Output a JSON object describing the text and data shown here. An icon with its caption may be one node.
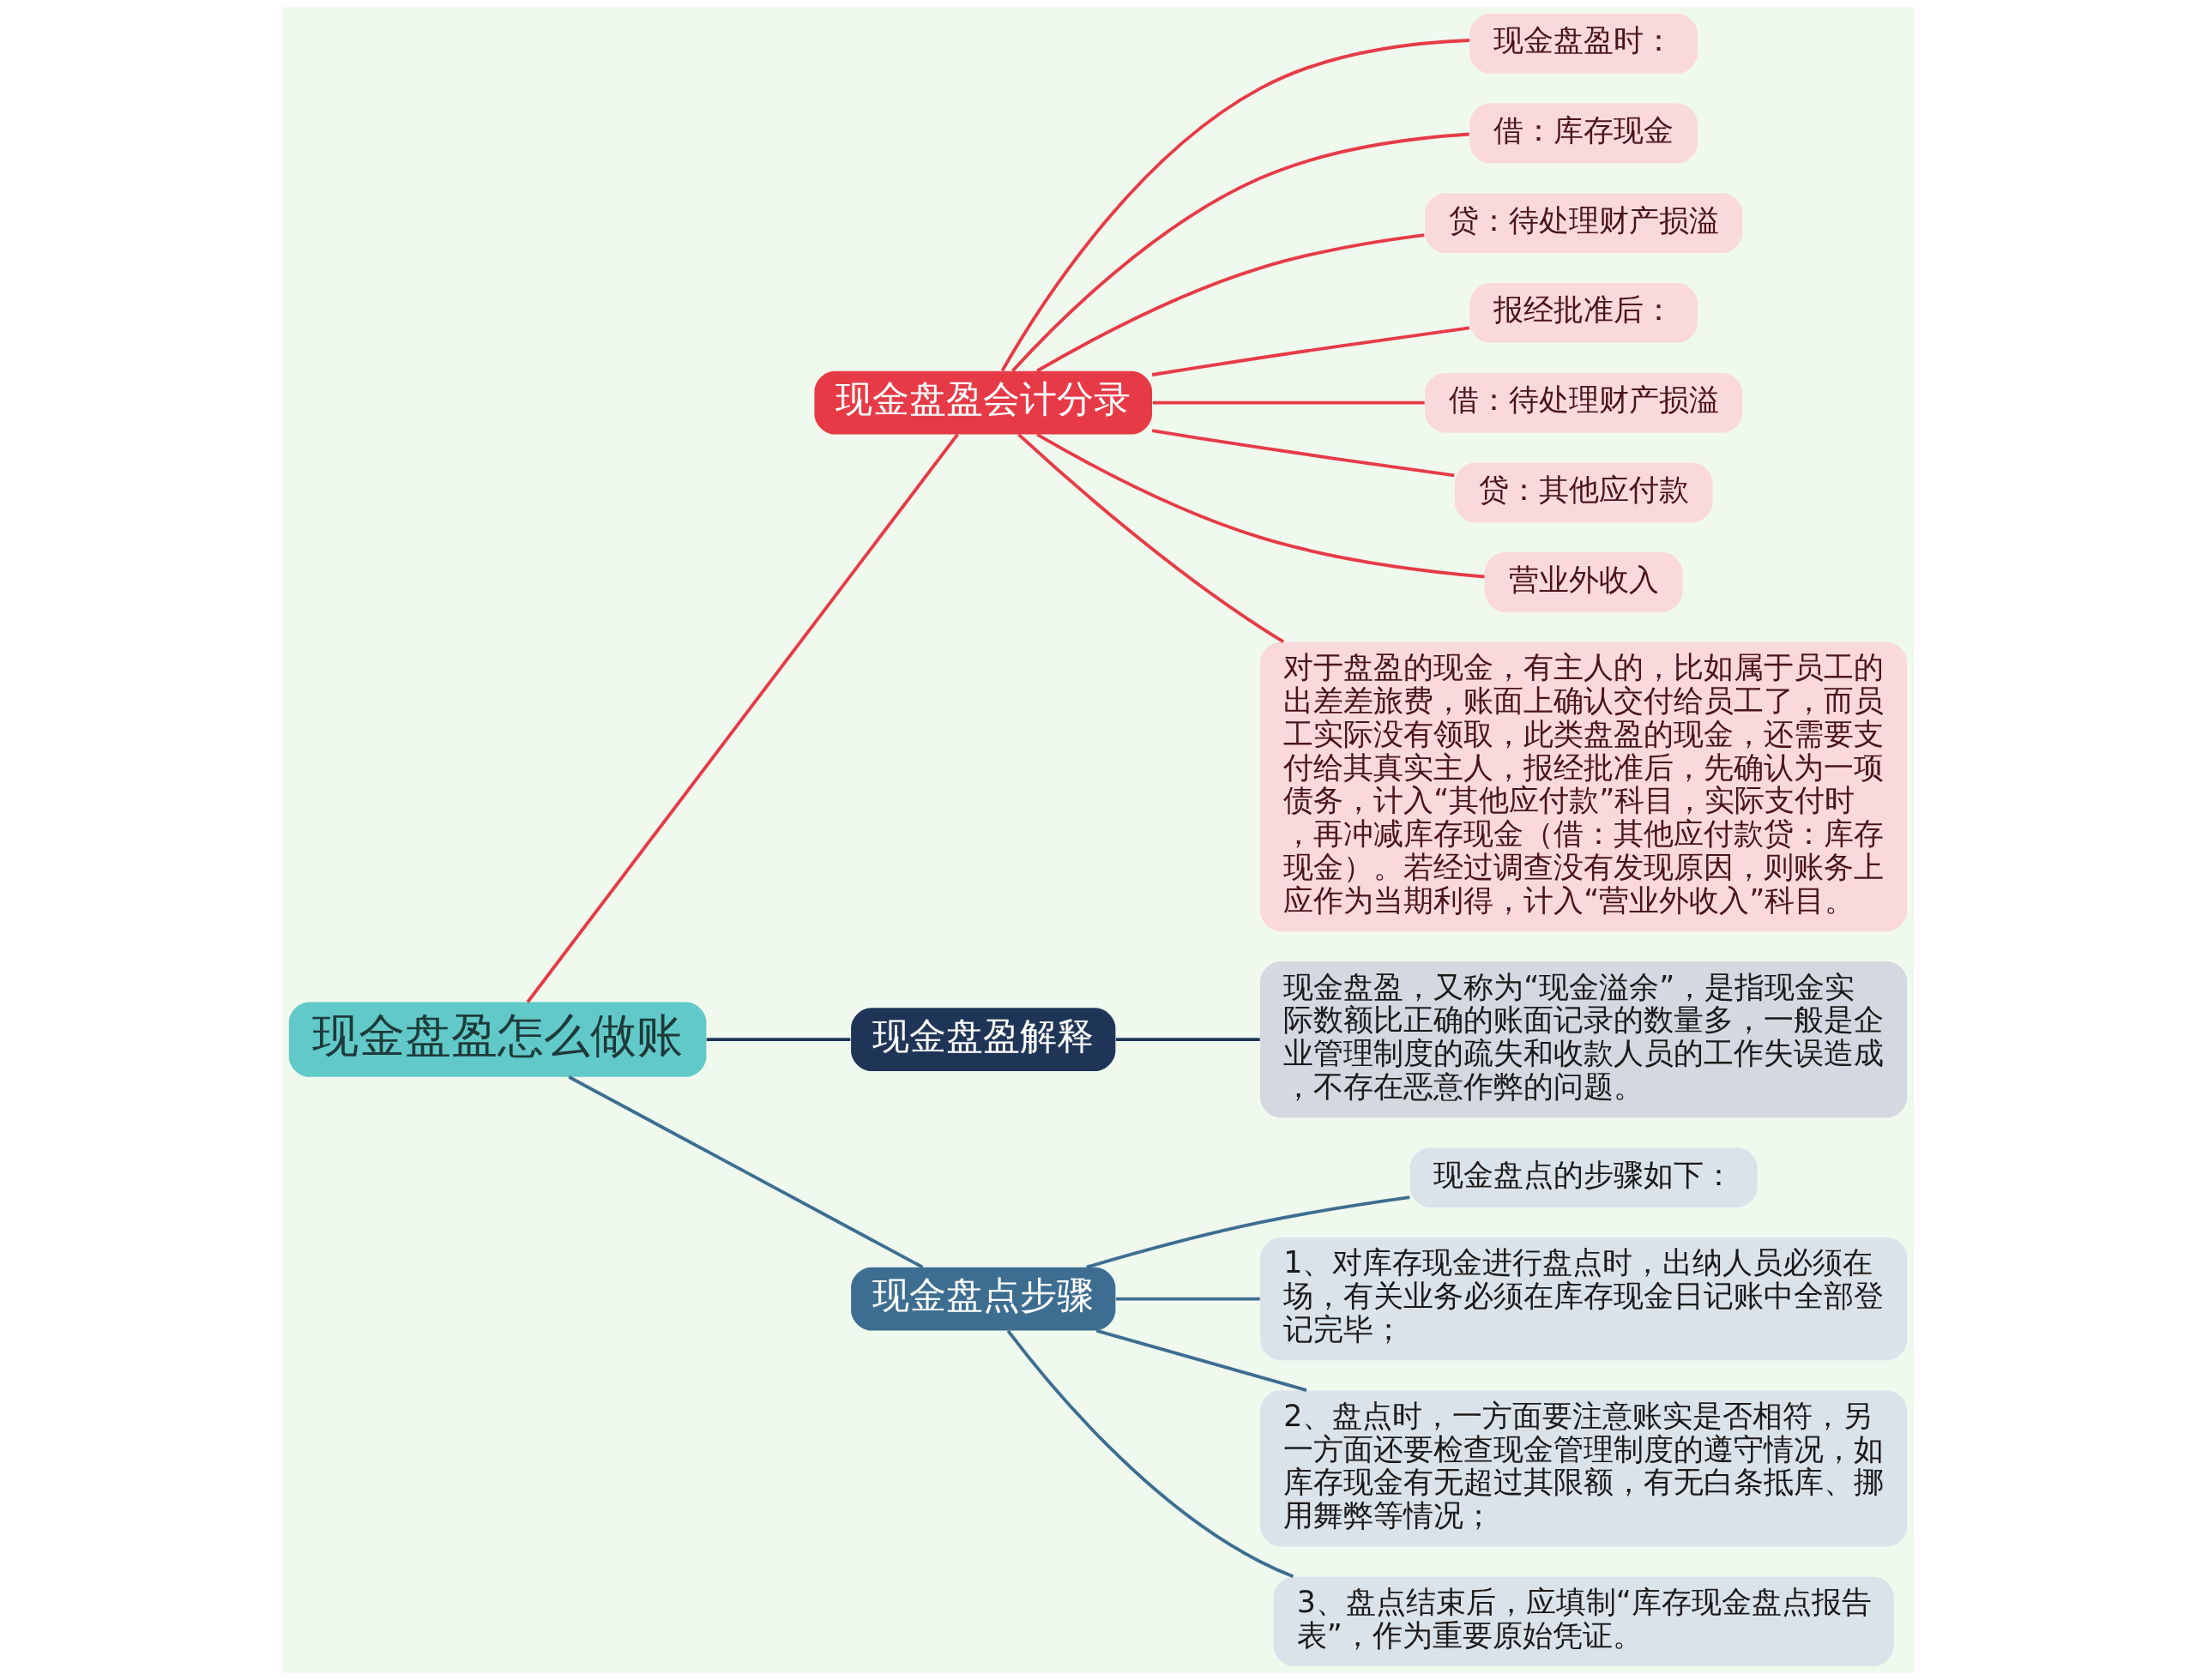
{
  "diagram": {
    "nodes": [
      {
        "text": [
          "现金盘盈怎么做账"
        ]
      },
      {
        "text": [
          "现金盘盈会计分录"
        ]
      },
      {
        "text": [
          "现金盘盈时："
        ]
      },
      {
        "text": [
          "借：库存现金"
        ]
      },
      {
        "text": [
          "贷：待处理财产损溢"
        ]
      },
      {
        "text": [
          "报经批准后："
        ]
      },
      {
        "text": [
          "借：待处理财产损溢"
        ]
      },
      {
        "text": [
          "贷：其他应付款"
        ]
      },
      {
        "text": [
          "营业外收入"
        ]
      },
      {
        "text": [
          "对于盘盈的现金，有主人的，比如属于员工的出差差旅费，账面上确认交付给员工了，而员工实际没有领取，此类盘盈的现金，还需要支付给其真实主人，报经批准后，先确认为一项债务，计入“其他应付款”科目，实际支付时，再冲减库存现金（借：其他应付款贷：库存现金）。若经过调查没有发现原因，则账务上应作为当期利得，计入“营业外收入”科目。"
        ]
      },
      {
        "text": [
          "现金盘盈解释"
        ]
      },
      {
        "text": [
          "现金盘盈，又称为“现金溢余”，是指现金实际数额比正确的账面记录的数量多，一般是企业管理制度的疏失和收款人员的工作失误造成，不存在恶意作弊的问题。"
        ]
      },
      {
        "text": [
          "现金盘点步骤"
        ]
      },
      {
        "text": [
          "现金盘点的步骤如下："
        ]
      },
      {
        "text": [
          "1、对库存现金进行盘点时，出纳人员必须在场，有关业务必须在库存现金日记账中全部登记完毕；"
        ]
      },
      {
        "text": [
          "2、盘点时，一方面要注意账实是否相符，另一方面还要检查现金管理制度的遵守情况，如库存现金有无超过其限额，有无白条抵库、挪用舞弊等情况；"
        ]
      },
      {
        "text": [
          "3、盘点结束后，应填制“库存现金盘点报告表”，作为重要原始凭证。"
        ]
      }
    ],
    "edges": [
      {
        "from": 0,
        "to": 1,
        "arrow": "none",
        "color": "#e63b47"
      },
      {
        "from": 1,
        "to": 2,
        "arrow": "none",
        "color": "#e63b47"
      },
      {
        "from": 1,
        "to": 3,
        "arrow": "none",
        "color": "#e63b47"
      },
      {
        "from": 1,
        "to": 4,
        "arrow": "none",
        "color": "#e63b47"
      },
      {
        "from": 1,
        "to": 5,
        "arrow": "none",
        "color": "#e63b47"
      },
      {
        "from": 1,
        "to": 6,
        "arrow": "none",
        "color": "#e63b47"
      },
      {
        "from": 1,
        "to": 7,
        "arrow": "none",
        "color": "#e63b47"
      },
      {
        "from": 1,
        "to": 8,
        "arrow": "none",
        "color": "#e63b47"
      },
      {
        "from": 1,
        "to": 9,
        "arrow": "none",
        "color": "#e63b47"
      },
      {
        "from": 0,
        "to": 10,
        "arrow": "none",
        "color": "#1e3557"
      },
      {
        "from": 10,
        "to": 11,
        "arrow": "none",
        "color": "#1e3557"
      },
      {
        "from": 0,
        "to": 12,
        "arrow": "none",
        "color": "#3d6e91"
      },
      {
        "from": 12,
        "to": 13,
        "arrow": "none",
        "color": "#3d6e91"
      },
      {
        "from": 12,
        "to": 14,
        "arrow": "none",
        "color": "#3d6e91"
      },
      {
        "from": 12,
        "to": 15,
        "arrow": "none",
        "color": "#3d6e91"
      },
      {
        "from": 12,
        "to": 16,
        "arrow": "none",
        "color": "#3d6e91"
      }
    ]
  }
}
